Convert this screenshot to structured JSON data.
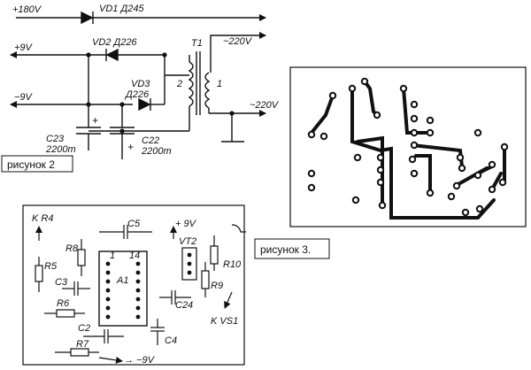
{
  "schematic": {
    "rails": {
      "plus180": "+180V",
      "plus9": "+9V",
      "minus9": "−9V",
      "ac_top": "~220V",
      "ac_bottom": "~220V"
    },
    "diodes": {
      "vd1": "VD1 Д245",
      "vd2": "VD2 Д226",
      "vd3_name": "VD3",
      "vd3_type": "Д226"
    },
    "transformer": {
      "name": "T1",
      "primary": "1",
      "secondary": "2"
    },
    "capacitors": {
      "c23_name": "C23",
      "c23_value": "2200m",
      "c22_name": "C22",
      "c22_value": "2200m",
      "plus": "+"
    },
    "caption": "рисунок 2"
  },
  "layout_figure": {
    "caption": "рисунок  3."
  },
  "component_layout": {
    "labels": {
      "kr4": "K R4",
      "r8": "R8",
      "c5": "C5",
      "plus9": "+ 9V",
      "vt2": "VT2",
      "r5": "R5",
      "pin1": "1",
      "pin14": "14",
      "r10": "R10",
      "c3": "C3",
      "a1": "A1",
      "r9": "R9",
      "r6": "R6",
      "c24": "C24",
      "c2": "C2",
      "kvs1": "K VS1",
      "c4": "C4",
      "r7": "R7",
      "minus9": "→ −9V"
    }
  }
}
